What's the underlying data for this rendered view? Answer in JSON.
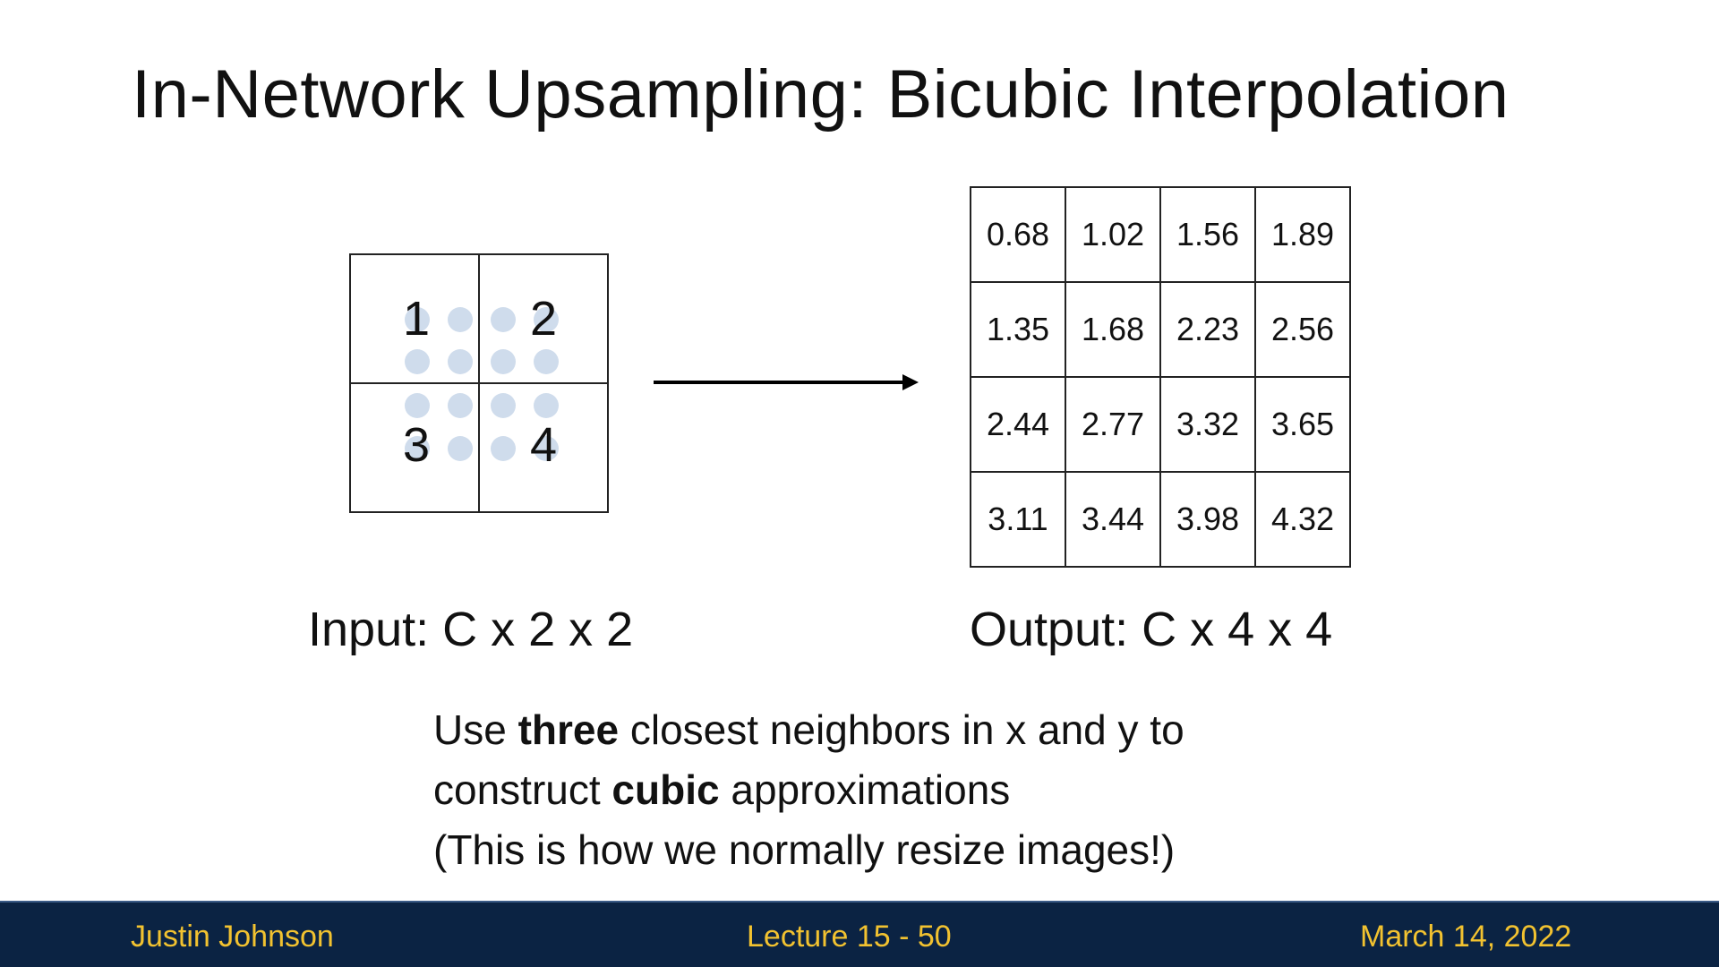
{
  "slide": {
    "title": "In-Network Upsampling: Bicubic Interpolation"
  },
  "input": {
    "values": [
      "1",
      "2",
      "3",
      "4"
    ],
    "label": "Input: C x 2 x 2"
  },
  "output": {
    "rows": [
      [
        "0.68",
        "1.02",
        "1.56",
        "1.89"
      ],
      [
        "1.35",
        "1.68",
        "2.23",
        "2.56"
      ],
      [
        "2.44",
        "2.77",
        "3.32",
        "3.65"
      ],
      [
        "3.11",
        "3.44",
        "3.98",
        "4.32"
      ]
    ],
    "label": "Output: C x 4 x 4"
  },
  "description": {
    "line1_pre": "Use ",
    "line1_bold": "three",
    "line1_post": " closest neighbors in x and y to",
    "line2_pre": "construct ",
    "line2_bold": "cubic",
    "line2_post": " approximations",
    "line3": "(This is how we normally resize images!)"
  },
  "footer": {
    "author": "Justin Johnson",
    "lecture": "Lecture 15 -  50",
    "date": "March 14, 2022"
  },
  "colors": {
    "footer_bg": "#0b2343",
    "footer_text": "#f2c230",
    "dot": "#cfdcec"
  }
}
